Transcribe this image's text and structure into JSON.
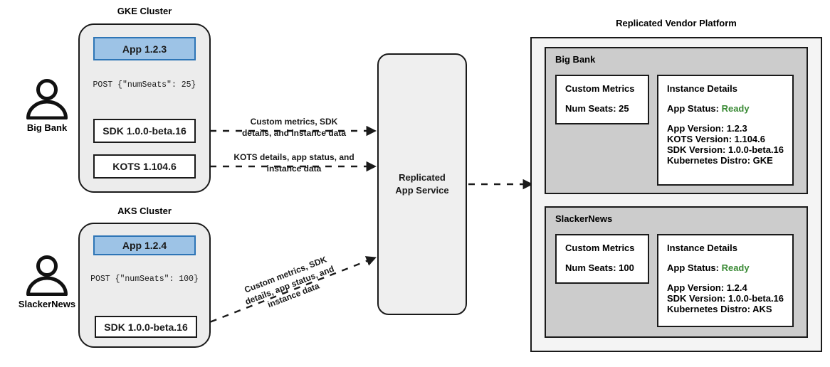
{
  "clusters": [
    {
      "title": "GKE Cluster",
      "actor": "Big Bank",
      "actor_icon": "person-icon",
      "app_label": "App 1.2.3",
      "post_label": "POST {\"numSeats\": 25}",
      "components": [
        {
          "label": "SDK 1.0.0-beta.16"
        },
        {
          "label": "KOTS 1.104.6"
        }
      ]
    },
    {
      "title": "AKS Cluster",
      "actor": "SlackerNews",
      "actor_icon": "person-icon",
      "app_label": "App 1.2.4",
      "post_label": "POST {\"numSeats\": 100}",
      "components": [
        {
          "label": "SDK 1.0.0-beta.16"
        }
      ]
    }
  ],
  "edges": [
    {
      "name": "sdk-to-service",
      "label": "Custom metrics, SDK\ndetails, and instance data"
    },
    {
      "name": "kots-to-service",
      "label": "KOTS details, app status, and\ninstance data"
    },
    {
      "name": "aks-sdk-to-service",
      "label": "Custom metrics, SDK\ndetails, app status, and\ninstance data"
    }
  ],
  "service": {
    "title": "Replicated\nApp Service",
    "line1": "Replicated",
    "line2": "App Service"
  },
  "platform": {
    "title": "Replicated Vendor Platform",
    "tenants": [
      {
        "name": "Big Bank",
        "metrics": {
          "title": "Custom Metrics",
          "lines": [
            "Num Seats: 25"
          ]
        },
        "details": {
          "title": "Instance Details",
          "status_label": "App Status:",
          "status_value": "Ready",
          "lines": [
            "App Version: 1.2.3",
            "KOTS Version: 1.104.6",
            "SDK Version: 1.0.0-beta.16",
            "Kubernetes Distro: GKE"
          ]
        }
      },
      {
        "name": "SlackerNews",
        "metrics": {
          "title": "Custom Metrics",
          "lines": [
            "Num Seats: 100"
          ]
        },
        "details": {
          "title": "Instance Details",
          "status_label": "App Status:",
          "status_value": "Ready",
          "lines": [
            "App Version: 1.2.4",
            "SDK Version: 1.0.0-beta.16",
            "Kubernetes Distro: AKS"
          ]
        }
      }
    ]
  },
  "colors": {
    "app_fill": "#9dc3e6",
    "app_border": "#2e75b6",
    "cluster_fill": "#ececec",
    "tenant_fill": "#cccccc",
    "platform_fill": "#f4f4f4",
    "status_ready": "#3a8a35",
    "stroke": "#1a1a1a"
  }
}
